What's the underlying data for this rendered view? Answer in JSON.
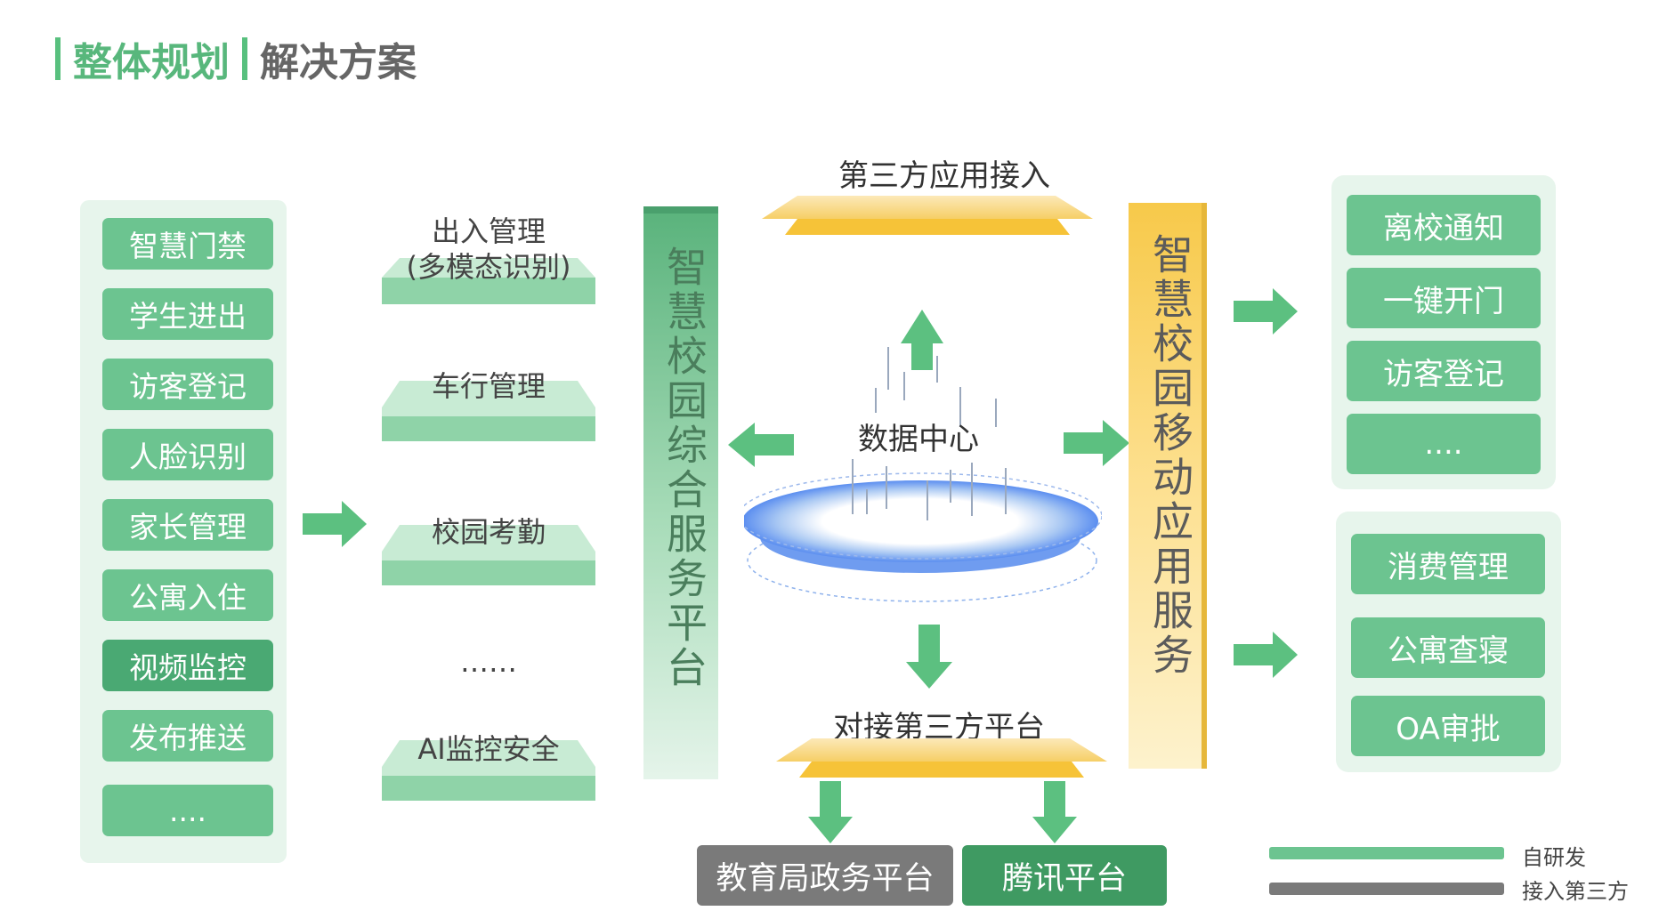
{
  "title": {
    "part1": "整体规划",
    "part2": "解决方案"
  },
  "left_panel": {
    "items": [
      "智慧门禁",
      "学生进出",
      "访客登记",
      "人脸识别",
      "家长管理",
      "公寓入住",
      "视频监控",
      "发布推送",
      "...."
    ]
  },
  "modules": [
    "出入管理",
    "(多模态识别)",
    "车行管理",
    "校园考勤",
    "……",
    "AI监控安全"
  ],
  "left_platform": "智慧校园综合服务平台",
  "third_party_access": "第三方应用接入",
  "data_center": "数据中心",
  "third_party_dock": "对接第三方平台",
  "right_platform": "智慧校园移动应用服务",
  "right_panel_1": {
    "items": [
      "离校通知",
      "一键开门",
      "访客登记",
      "...."
    ]
  },
  "right_panel_2": {
    "items": [
      "消费管理",
      "公寓查寝",
      "OA审批"
    ]
  },
  "bottom_platforms": {
    "edu": "教育局政务平台",
    "tencent": "腾讯平台"
  },
  "legend": {
    "self": "自研发",
    "third": "接入第三方"
  },
  "colors": {
    "green": "#6cc490",
    "dark_green": "#3f9a62",
    "gray": "#7a7a7a",
    "yellow": "#f7c94a",
    "blue": "#5b8ef0"
  }
}
